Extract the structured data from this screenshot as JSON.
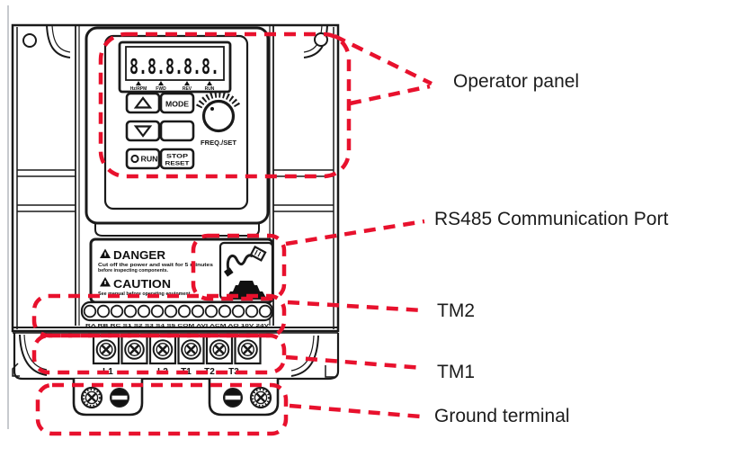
{
  "annotations": {
    "operator_panel": "Operator panel",
    "rs485_port": "RS485 Communication Port",
    "tm2": "TM2",
    "tm1": "TM1",
    "ground_terminal": "Ground terminal"
  },
  "operator_panel": {
    "display_value": "8.8.8.8.8.",
    "indicators": [
      "Hz/RPM",
      "FWD",
      "REV",
      "RUN"
    ],
    "buttons": {
      "mode": "MODE",
      "run": "RUN",
      "stop_line1": "STOP",
      "stop_line2": "RESET"
    },
    "knob_label": "FREQ./SET"
  },
  "warning_label": {
    "danger_title": "DANGER",
    "danger_line1": "Cut off the power and wait for 5 minutes",
    "danger_line2": "before inspecting components.",
    "caution_title": "CAUTION",
    "caution_line1": "See manual before operating equipment."
  },
  "terminals": {
    "tm2_row": "RA RB RC S1 S2 S3 S4 S5 COM AVI ACM AO 10V 24V",
    "tm1_labels": [
      "L1",
      "L2",
      "T1",
      "T2",
      "T3"
    ]
  },
  "colors": {
    "annotation_red": "#e8112d",
    "line_black": "#1a1a1a"
  }
}
